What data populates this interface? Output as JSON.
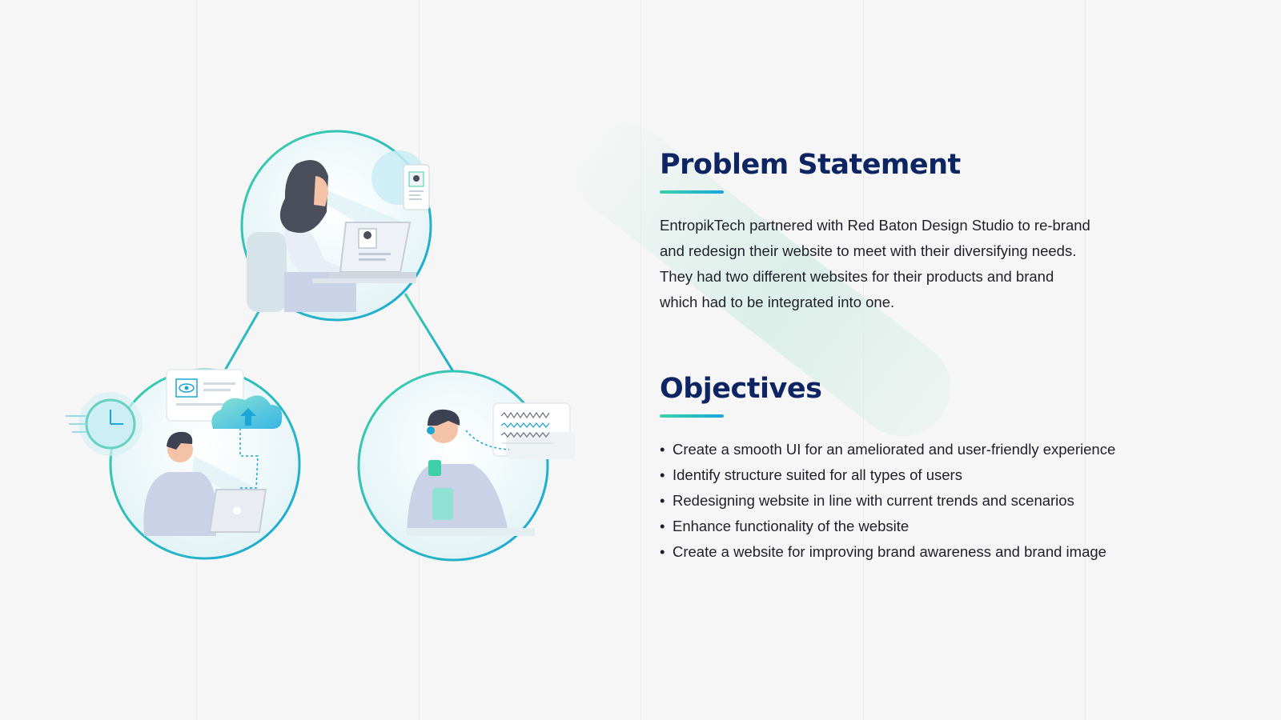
{
  "problem_statement": {
    "title": "Problem Statement",
    "body": "EntropikTech partnered with Red Baton Design Studio to re-brand and redesign their website  to meet with their diversifying needs. They had two different websites for their products and brand which had to be integrated into one."
  },
  "objectives": {
    "title": "Objectives",
    "items": [
      "Create a smooth UI for an ameliorated and user-friendly experience",
      "Identify structure suited for all types of users",
      "Redesigning website in line with current trends and scenarios",
      "Enhance functionality of the website",
      "Create a website for improving brand awareness and brand image"
    ]
  },
  "colors": {
    "heading": "#0d2663",
    "accent_teal": "#3ccfa8",
    "accent_blue": "#1aa6d6",
    "background": "#f6f6f6"
  },
  "illustration": {
    "icons": [
      "woman-at-laptop-icon",
      "mobile-profile-icon",
      "man-at-laptop-icon",
      "clock-icon",
      "cloud-upload-icon",
      "eye-scan-document-icon",
      "man-with-headset-icon",
      "waveform-chart-icon"
    ]
  }
}
